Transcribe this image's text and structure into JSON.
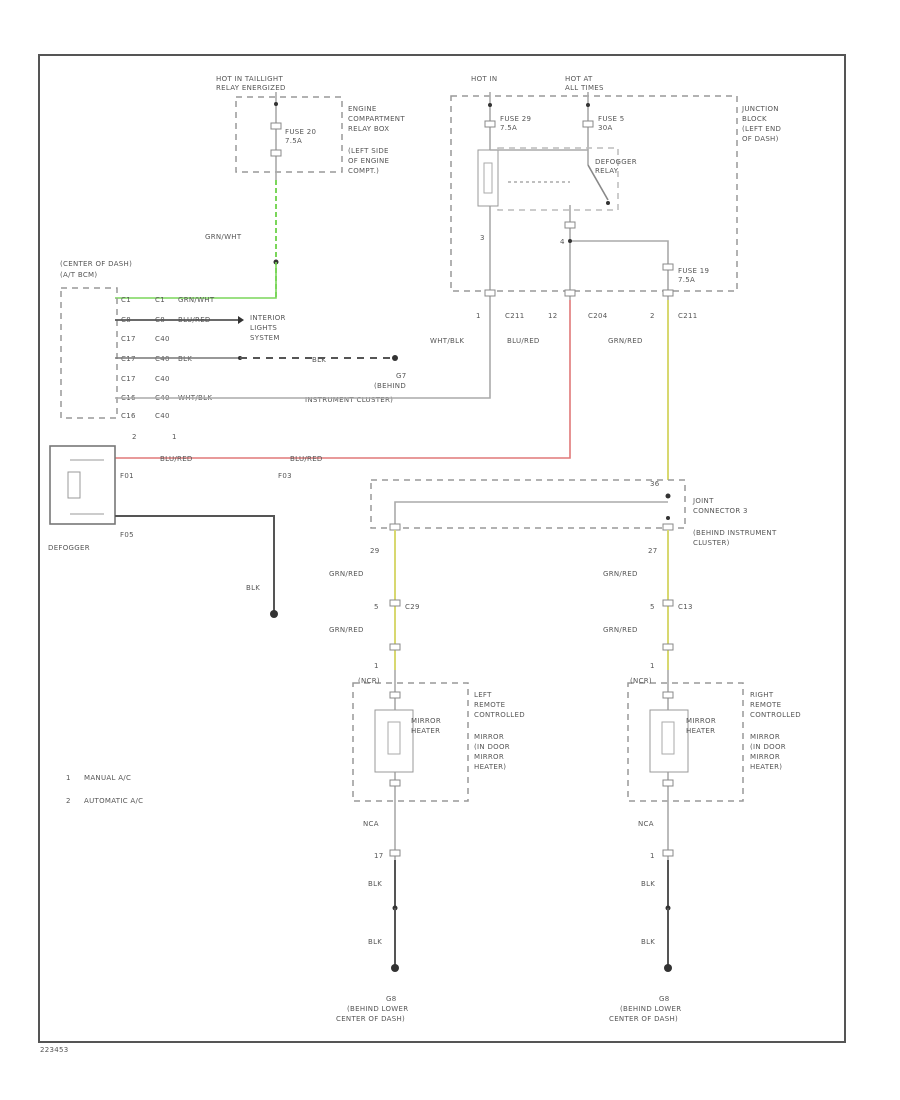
{
  "colors": {
    "frame": "#555555",
    "wire_gray": "#aaaaaa",
    "wire_green": "#7ad65a",
    "wire_red": "#e07878",
    "wire_yellow_green": "#d8d870",
    "wire_black": "#555555",
    "dash": "#999999"
  },
  "top_left": {
    "hot_label": "HOT IN TAILLIGHT",
    "hot_label2": "RELAY ENERGIZED",
    "fuse": "FUSE 20",
    "fuse_amp": "7.5A",
    "box_label": [
      "ENGINE",
      "COMPARTMENT",
      "RELAY BOX",
      "(LEFT SIDE",
      "OF ENGINE",
      "COMPT.)"
    ]
  },
  "junction_block": {
    "hot_in": "HOT IN",
    "hot_at": "HOT AT",
    "hot_at2": "ALL TIMES",
    "fuse_a": "FUSE 29",
    "fuse_a_amp": "7.5A",
    "fuse_b": "FUSE 5",
    "fuse_b_amp": "30A",
    "fuse_c": "FUSE 19",
    "fuse_c_amp": "7.5A",
    "relay": "DEFOGGER",
    "relay2": "RELAY",
    "box_label": [
      "JUNCTION",
      "BLOCK",
      "(LEFT END",
      "OF DASH)"
    ],
    "pins": [
      "1",
      "2",
      "3",
      "4",
      "1",
      "12",
      "2"
    ],
    "conn_c211": "C211",
    "conn_c204": "C204",
    "conn_c211b": "C211"
  },
  "left_block": {
    "title": "(CENTER OF DASH)",
    "title2": "(A/T BCM)",
    "rows": [
      {
        "pin": "C1",
        "conn": "C1",
        "wire": "GRN/WHT"
      },
      {
        "pin": "C8",
        "conn": "C8",
        "wire": "BLU/RED"
      },
      {
        "pin": "C17",
        "conn": "C40",
        "wire": ""
      },
      {
        "pin": "C17",
        "conn": "C40",
        "wire": "BLK"
      },
      {
        "pin": "C17",
        "conn": "C40",
        "wire": ""
      },
      {
        "pin": "C16",
        "conn": "C40",
        "wire": "WHT/BLK"
      },
      {
        "pin": "C16",
        "conn": "C40",
        "wire": ""
      }
    ],
    "nums": [
      "2",
      "1"
    ]
  },
  "wires": {
    "grn_wht": "GRN/WHT",
    "interior1": "INTERIOR",
    "interior2": "LIGHTS",
    "interior3": "SYSTEM",
    "blk": "BLK",
    "g7": "G7",
    "g7_loc": "(BEHIND",
    "g7_loc2": "INSTRUMENT CLUSTER)",
    "wht_blk": "WHT/BLK",
    "blu_red": "BLU/RED",
    "grn_red": "GRN/RED",
    "f01": "F01",
    "f03": "F03",
    "f05": "F05",
    "blk2": "BLK"
  },
  "defogger": {
    "label": "DEFOGGER"
  },
  "joint": {
    "label": [
      "JOINT",
      "CONNECTOR 3",
      "(BEHIND INSTRUMENT",
      "CLUSTER)"
    ],
    "pins": [
      "36",
      "29",
      "27"
    ]
  },
  "left_mirror": {
    "wire1": "GRN/RED",
    "pin": "5",
    "conn": "C29",
    "wire2": "GRN/RED",
    "num": "1",
    "plug": "(NCR)",
    "heater": [
      "MIRROR",
      "HEATER"
    ],
    "label": [
      "LEFT",
      "REMOTE",
      "CONTROLLED",
      "MIRROR",
      "(IN DOOR",
      "MIRROR",
      "HEATER)"
    ],
    "nca": "NCA",
    "pin2": "17",
    "wire3": "BLK",
    "wire4": "BLK",
    "ground": "G8",
    "ground_loc": [
      "(BEHIND LOWER",
      "CENTER OF DASH)"
    ]
  },
  "right_mirror": {
    "wire1": "GRN/RED",
    "pin": "5",
    "conn": "C13",
    "wire2": "GRN/RED",
    "num": "1",
    "plug": "(NCR)",
    "heater": [
      "MIRROR",
      "HEATER"
    ],
    "label": [
      "RIGHT",
      "REMOTE",
      "CONTROLLED",
      "MIRROR",
      "(IN DOOR",
      "MIRROR",
      "HEATER)"
    ],
    "nca": "NCA",
    "pin2": "1",
    "wire3": "BLK",
    "wire4": "BLK",
    "ground": "G8",
    "ground_loc": [
      "(BEHIND LOWER",
      "CENTER OF DASH)"
    ]
  },
  "legend": [
    {
      "num": "1",
      "text": "MANUAL A/C"
    },
    {
      "num": "2",
      "text": "AUTOMATIC A/C"
    }
  ],
  "footer_code": "223453"
}
